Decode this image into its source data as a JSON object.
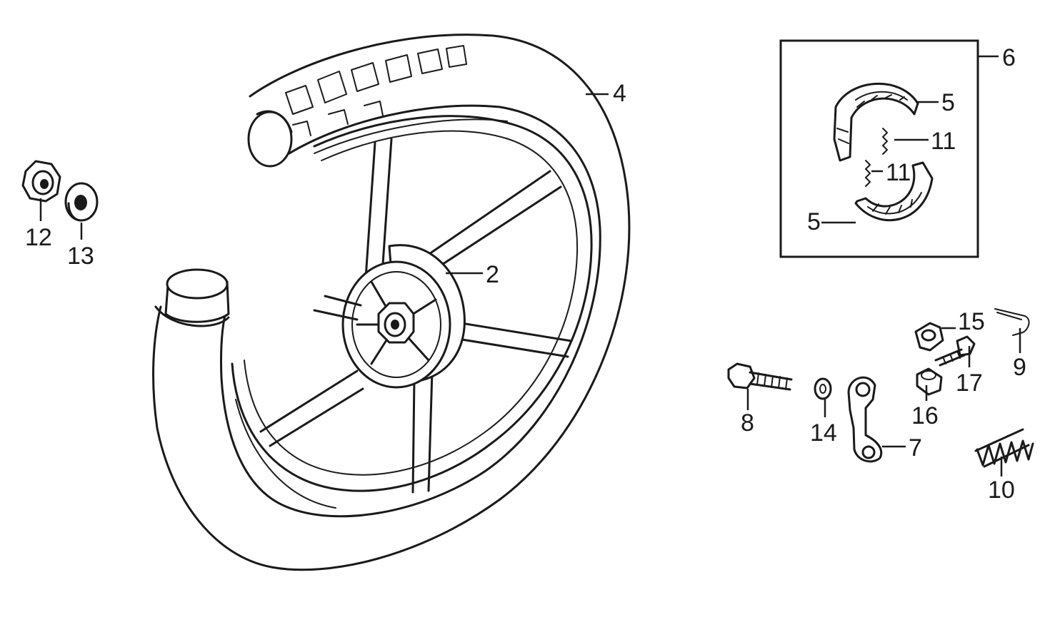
{
  "callouts": {
    "c2": "2",
    "c4": "4",
    "c5a": "5",
    "c5b": "5",
    "c6": "6",
    "c7": "7",
    "c8": "8",
    "c9": "9",
    "c10": "10",
    "c11a": "11",
    "c11b": "11",
    "c12": "12",
    "c13": "13",
    "c14": "14",
    "c15": "15",
    "c16": "16",
    "c17": "17"
  }
}
